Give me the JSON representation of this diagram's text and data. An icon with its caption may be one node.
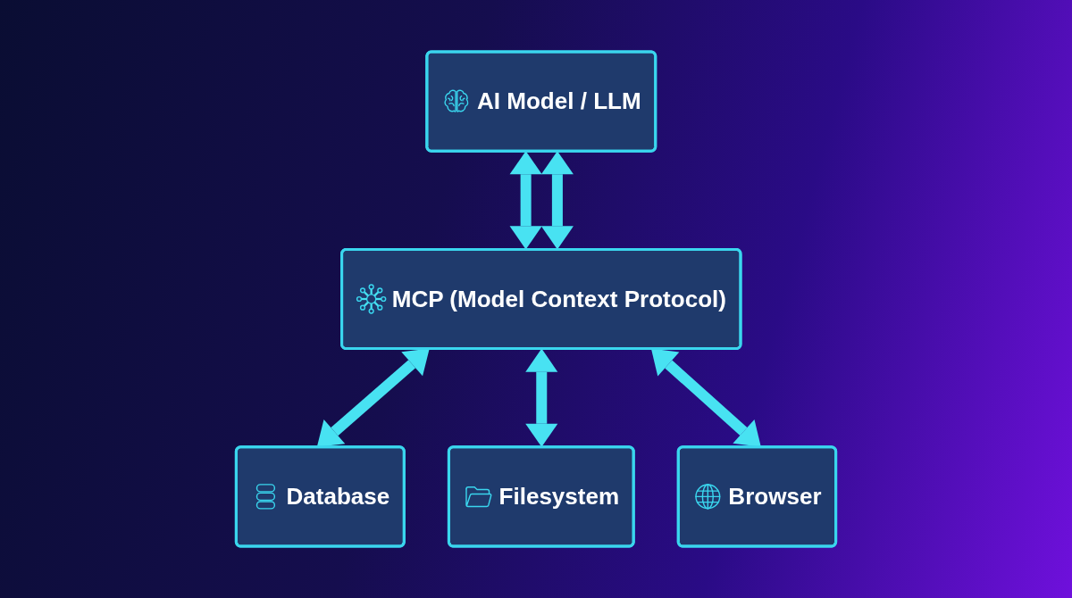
{
  "diagram": {
    "nodes": [
      {
        "text": [
          "AI Model / LLM"
        ]
      },
      {
        "text": [
          "MCP (Model Context Protocol)"
        ]
      },
      {
        "text": [
          "Database"
        ]
      },
      {
        "text": [
          "Filesystem"
        ]
      },
      {
        "text": [
          "Browser"
        ]
      }
    ],
    "edges": [
      {
        "from": 0,
        "to": 1,
        "arrow": "both"
      },
      {
        "from": 0,
        "to": 1,
        "arrow": "both"
      },
      {
        "from": 1,
        "to": 2,
        "arrow": "both"
      },
      {
        "from": 1,
        "to": 3,
        "arrow": "both"
      },
      {
        "from": 1,
        "to": 4,
        "arrow": "both"
      }
    ]
  }
}
